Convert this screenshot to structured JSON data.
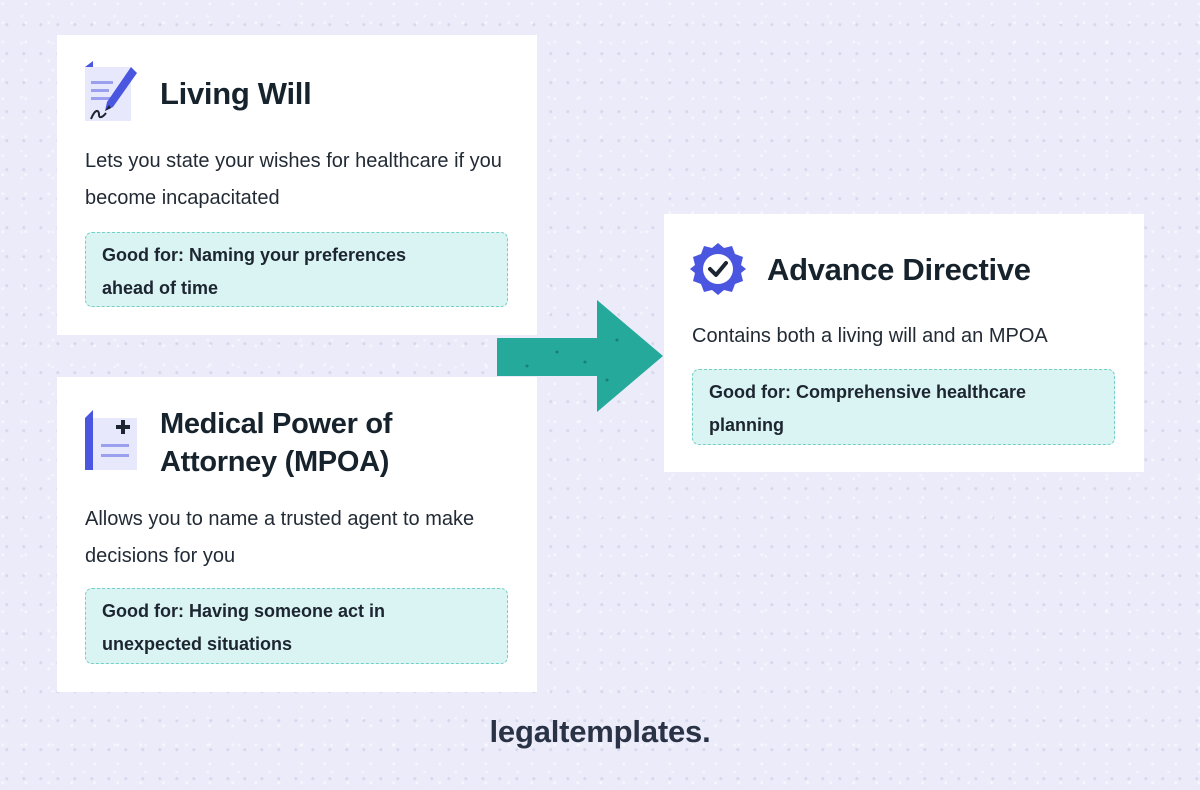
{
  "cards": {
    "living_will": {
      "icon": "pen-document-icon",
      "title": "Living Will",
      "description": "Lets you state your wishes for healthcare if you become incapacitated",
      "good_for": "Good for: Naming your preferences\nahead of time"
    },
    "mpoa": {
      "icon": "medical-document-icon",
      "title": "Medical Power of\nAttorney (MPOA)",
      "description": "Allows you to name a trusted agent to make decisions for you",
      "good_for": "Good for: Having someone act in\nunexpected situations"
    },
    "advance_directive": {
      "icon": "verified-badge-icon",
      "title": "Advance Directive",
      "description": "Contains both a living will and an MPOA",
      "good_for": "Good for: Comprehensive healthcare\nplanning"
    }
  },
  "logo": "legaltemplates.",
  "colors": {
    "background": "#ebebfa",
    "card": "#ffffff",
    "accent_blue": "#4a55e0",
    "accent_teal": "#25a99a",
    "good_for_bg": "#daf4f3"
  }
}
